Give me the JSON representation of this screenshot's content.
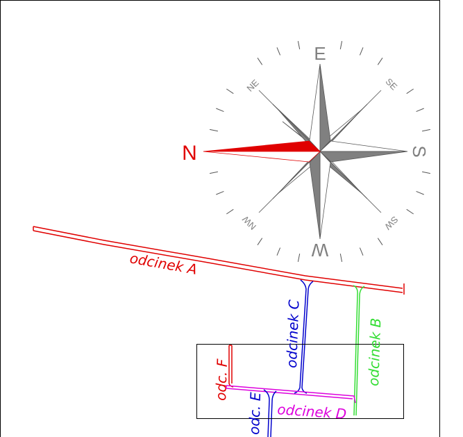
{
  "compass": {
    "north": "N",
    "east": "E",
    "south": "S",
    "west": "W",
    "northeast": "NE",
    "southeast": "SE",
    "southwest": "SW",
    "northwest": "NW"
  },
  "segments": {
    "a": "odcinek A",
    "b": "odcinek B",
    "c": "odcinek C",
    "d": "odcinek D",
    "e": "odc. E",
    "f": "odc. F"
  },
  "colors": {
    "segment_a": "#e00000",
    "segment_b": "#33dd33",
    "segment_c": "#0000cc",
    "segment_d": "#dd00dd",
    "segment_e": "#0000cc",
    "segment_f": "#e00000",
    "compass_gray": "#808080",
    "compass_north": "#e00000"
  }
}
